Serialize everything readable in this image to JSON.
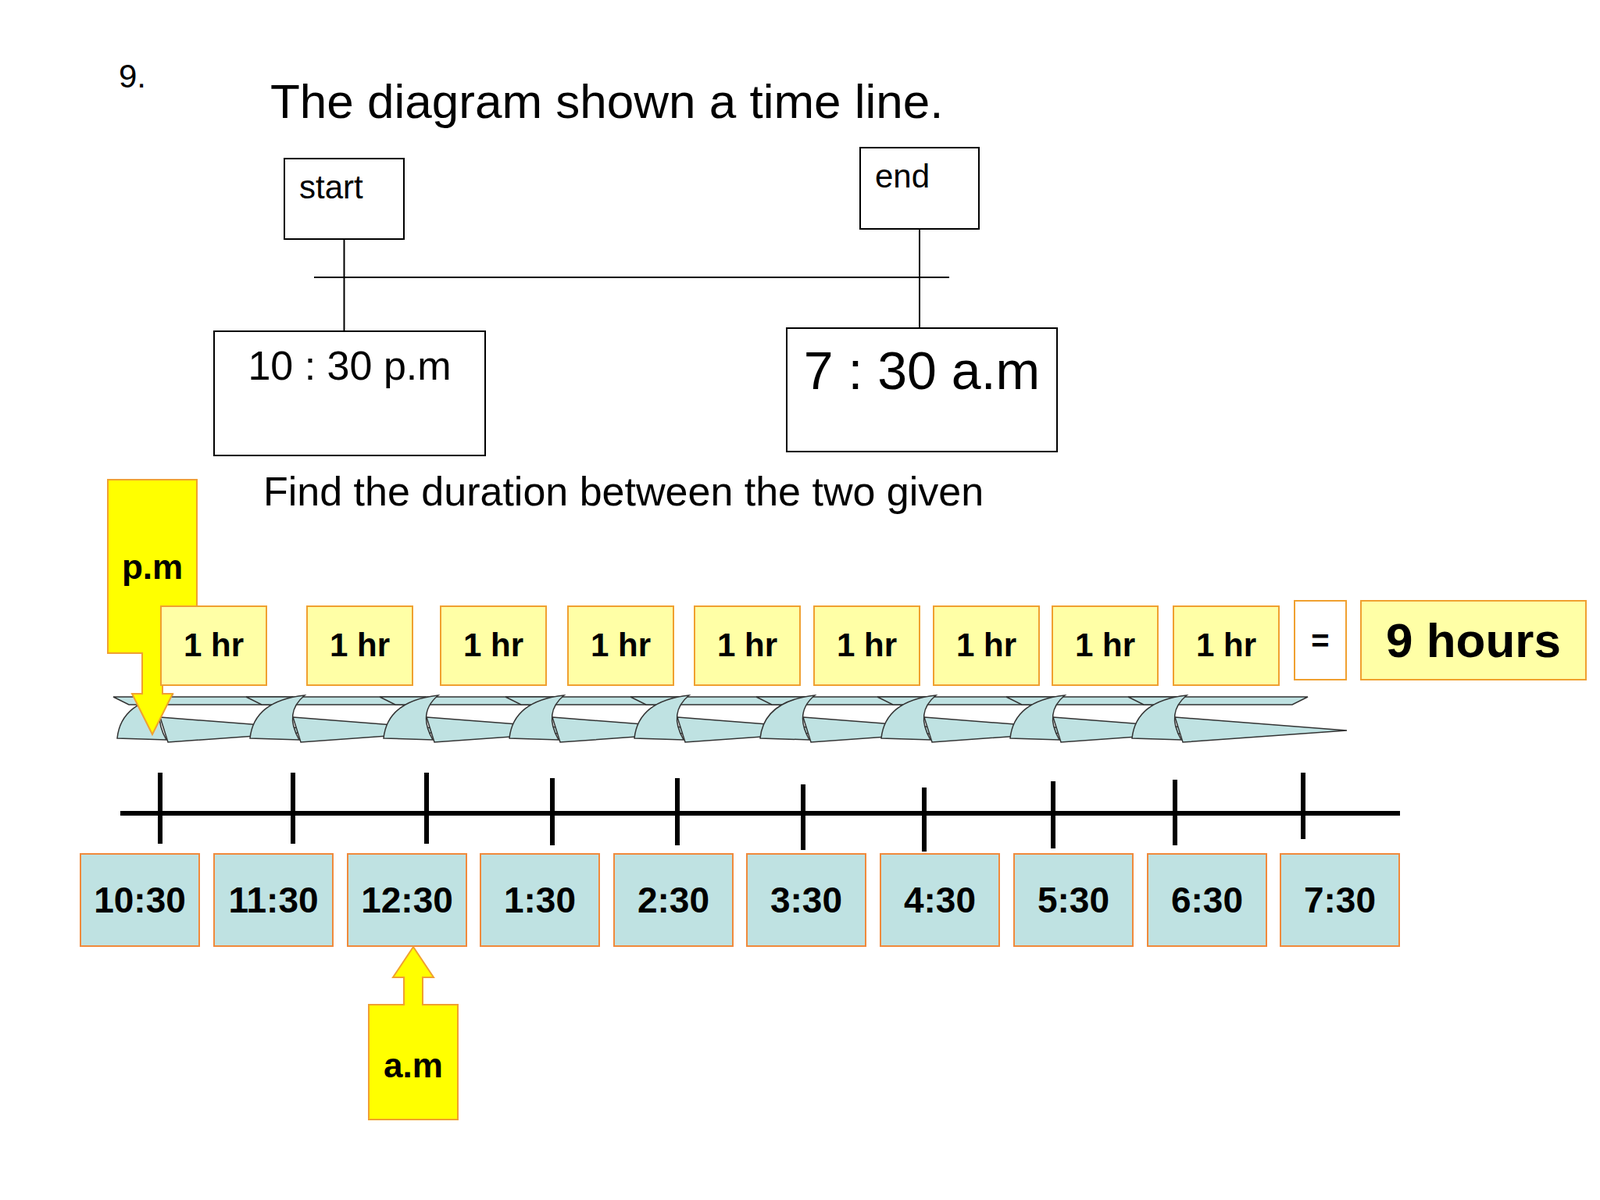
{
  "diagram": {
    "title": "The diagram shown a time line.",
    "nodes": [
      {
        "text": [
          "start"
        ]
      },
      {
        "text": [
          "end"
        ]
      },
      {
        "text": [
          "10 : 30 p.m"
        ]
      },
      {
        "text": [
          "7 : 30 a.m"
        ]
      },
      {
        "text": [
          "p.m"
        ]
      },
      {
        "text": [
          "1 hr"
        ]
      },
      {
        "text": [
          "1 hr"
        ]
      },
      {
        "text": [
          "1 hr"
        ]
      },
      {
        "text": [
          "1 hr"
        ]
      },
      {
        "text": [
          "1 hr"
        ]
      },
      {
        "text": [
          "1 hr"
        ]
      },
      {
        "text": [
          "1 hr"
        ]
      },
      {
        "text": [
          "1 hr"
        ]
      },
      {
        "text": [
          "1 hr"
        ]
      },
      {
        "text": [
          "="
        ]
      },
      {
        "text": [
          "9 hours"
        ]
      },
      {
        "text": [
          "10:30"
        ]
      },
      {
        "text": [
          "11:30"
        ]
      },
      {
        "text": [
          "12:30"
        ]
      },
      {
        "text": [
          "1:30"
        ]
      },
      {
        "text": [
          "2:30"
        ]
      },
      {
        "text": [
          "3:30"
        ]
      },
      {
        "text": [
          "4:30"
        ]
      },
      {
        "text": [
          "5:30"
        ]
      },
      {
        "text": [
          "6:30"
        ]
      },
      {
        "text": [
          "7:30"
        ]
      },
      {
        "text": [
          "a.m"
        ]
      }
    ],
    "edges": [
      {
        "from": 0,
        "to": 2,
        "arrow": "none"
      },
      {
        "from": 1,
        "to": 3,
        "arrow": "none"
      }
    ],
    "labels": [
      "9.",
      "Find the duration between the two given"
    ]
  }
}
